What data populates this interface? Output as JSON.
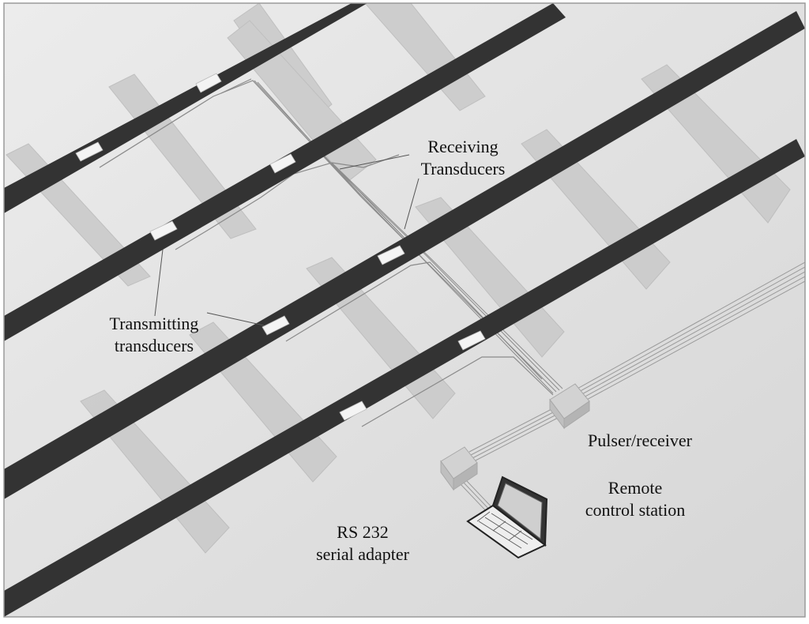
{
  "labels": {
    "receiving": [
      "Receiving",
      "Transducers"
    ],
    "transmitting": [
      "Transmitting",
      "transducers"
    ],
    "pulser": "Pulser/receiver",
    "remote": [
      "Remote",
      "control station"
    ],
    "rs232": [
      "RS 232",
      "serial adapter"
    ]
  },
  "icons": {
    "pulser": "pulser-receiver-box-icon",
    "adapter": "rs232-adapter-box-icon",
    "laptop": "laptop-icon"
  },
  "colors": {
    "background": "#e2e2e2",
    "rail": "#333333",
    "sleeper": "#c8c8c8",
    "transducer": "#f4f4f4",
    "cable": "#888888"
  }
}
